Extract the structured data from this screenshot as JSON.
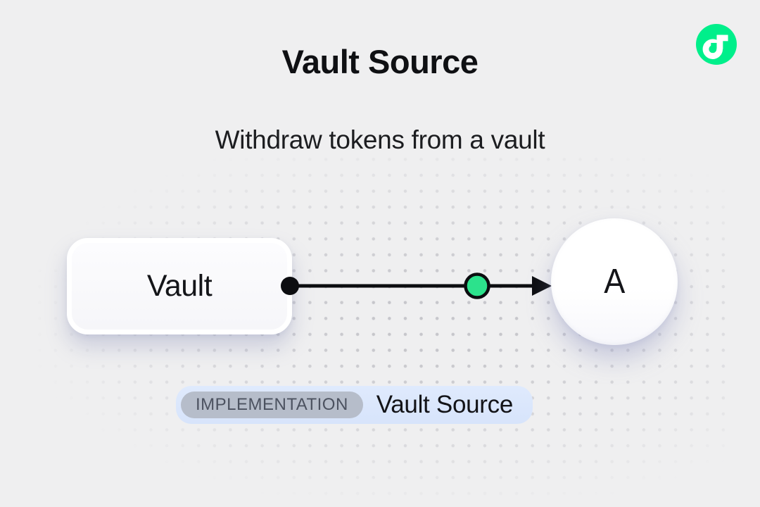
{
  "header": {
    "title": "Vault Source",
    "subtitle": "Withdraw tokens from a vault"
  },
  "branding": {
    "logo_icon": "flow-logo-icon",
    "logo_color": "#00ef8b"
  },
  "diagram": {
    "source_node": {
      "label": "Vault"
    },
    "target_node": {
      "label": "A"
    },
    "edge": {
      "token_color": "#2ce28c",
      "line_color": "#0c0d10"
    }
  },
  "badge": {
    "tag": "IMPLEMENTATION",
    "label": "Vault Source",
    "background": "#dbe7fc",
    "tag_background": "#b6bdca"
  },
  "colors": {
    "background": "#efeff0",
    "text": "#141519",
    "dot_grid": "#bcbcc2"
  }
}
